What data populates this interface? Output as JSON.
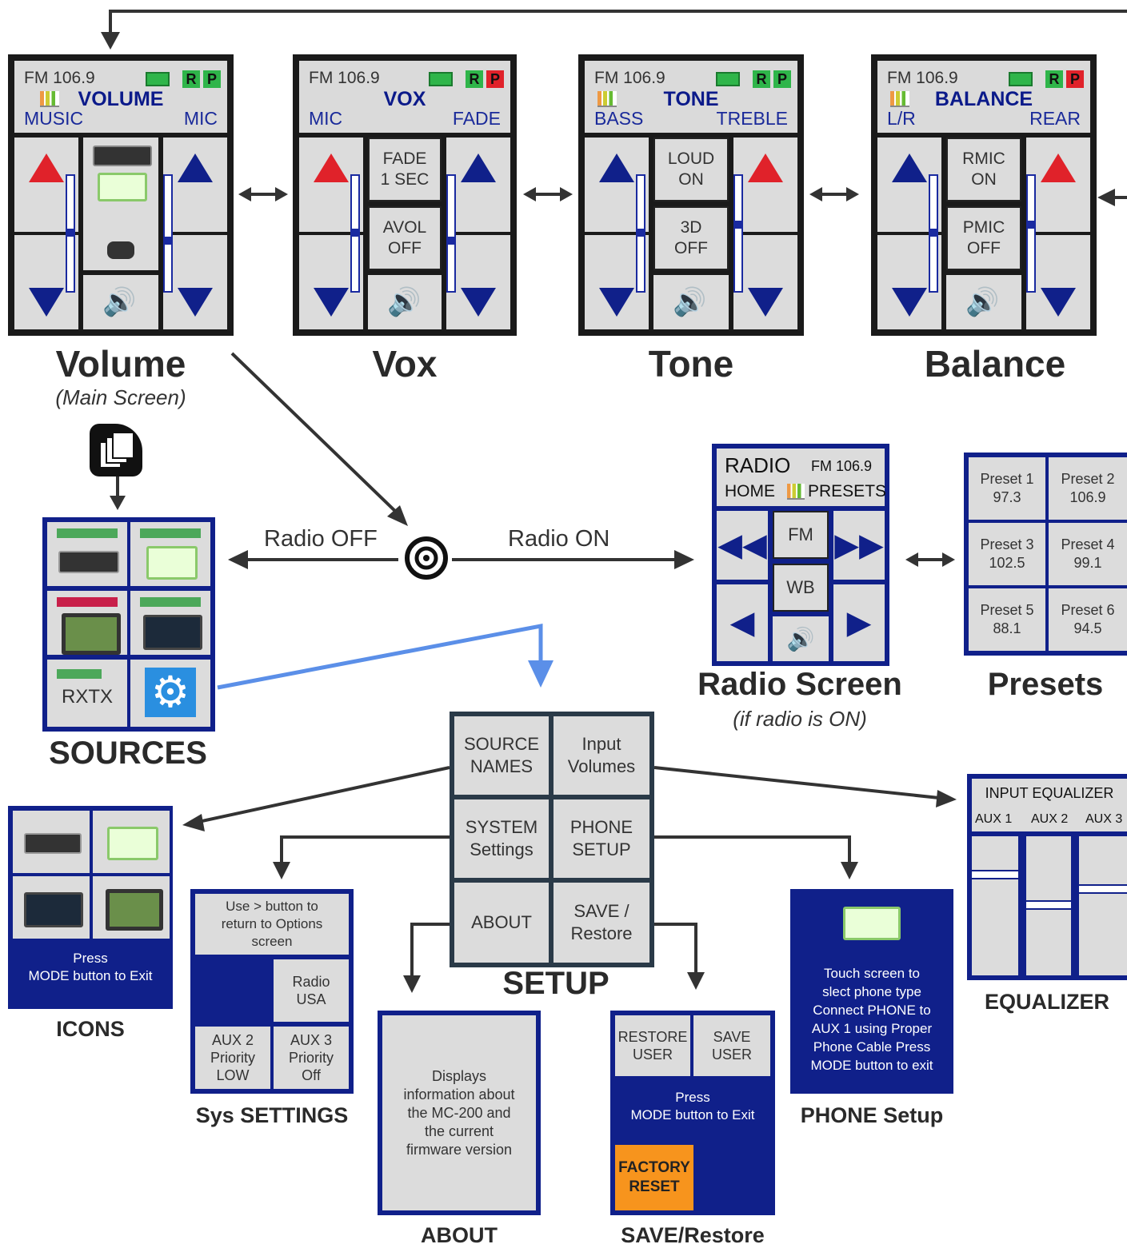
{
  "volume_screen": {
    "fm": "FM 106.9",
    "title": "VOLUME",
    "left": "MUSIC",
    "right": "MIC",
    "r": "R",
    "p": "P"
  },
  "vox_screen": {
    "fm": "FM 106.9",
    "title": "VOX",
    "left": "MIC",
    "right": "FADE",
    "r": "R",
    "p": "P",
    "btn1": "FADE\n1 SEC",
    "btn2": "AVOL\nOFF"
  },
  "tone_screen": {
    "fm": "FM 106.9",
    "title": "TONE",
    "left": "BASS",
    "right": "TREBLE",
    "r": "R",
    "p": "P",
    "btn1": "LOUD\nON",
    "btn2": "3D\nOFF"
  },
  "balance_screen": {
    "fm": "FM 106.9",
    "title": "BALANCE",
    "left": "L/R",
    "right": "REAR",
    "r": "R",
    "p": "P",
    "btn1": "RMIC\nON",
    "btn2": "PMIC\nOFF"
  },
  "captions": {
    "volume": "Volume",
    "volume_sub": "(Main Screen)",
    "vox": "Vox",
    "tone": "Tone",
    "balance": "Balance",
    "radio_screen": "Radio Screen",
    "radio_sub": "(if radio is ON)",
    "presets": "Presets",
    "sources": "SOURCES",
    "setup": "SETUP",
    "icons": "ICONS",
    "sys_settings": "Sys SETTINGS",
    "about": "ABOUT",
    "save_restore": "SAVE/Restore",
    "phone_setup": "PHONE Setup",
    "equalizer": "EQUALIZER"
  },
  "flow": {
    "radio_off": "Radio OFF",
    "radio_on": "Radio ON"
  },
  "radio": {
    "title": "RADIO",
    "fm": "FM 106.9",
    "home": "HOME",
    "presets": "PRESETS",
    "fm_btn": "FM",
    "wb_btn": "WB"
  },
  "presets": [
    {
      "label": "Preset 1\n97.3"
    },
    {
      "label": "Preset 2\n106.9"
    },
    {
      "label": "Preset 3\n102.5"
    },
    {
      "label": "Preset 4\n99.1"
    },
    {
      "label": "Preset 5\n88.1"
    },
    {
      "label": "Preset 6\n94.5"
    }
  ],
  "sources": {
    "rxtx": "RXTX"
  },
  "setup": {
    "source_names": "SOURCE\nNAMES",
    "input_volumes": "Input\nVolumes",
    "system_settings": "SYSTEM\nSettings",
    "phone_setup": "PHONE\nSETUP",
    "about": "ABOUT",
    "save_restore": "SAVE /\nRestore"
  },
  "icons_screen": {
    "footer": "Press\nMODE button to Exit"
  },
  "sys_settings": {
    "info": "Use > button to\nreturn to Options\nscreen",
    "radio": "Radio\nUSA",
    "aux2": "AUX 2\nPriority\nLOW",
    "aux3": "AUX 3\nPriority\nOff"
  },
  "about_screen": {
    "text": "Displays\ninformation about\nthe MC-200 and\nthe current\nfirmware version"
  },
  "save_screen": {
    "restore": "RESTORE\nUSER",
    "save": "SAVE\nUSER",
    "press": "Press\nMODE button to Exit",
    "factory": "FACTORY\nRESET"
  },
  "phone_screen": {
    "text": "Touch screen to\nslect phone type\nConnect PHONE to\nAUX 1 using Proper\nPhone Cable Press\nMODE button to exit"
  },
  "equalizer_screen": {
    "title": "INPUT EQUALIZER",
    "aux1": "AUX 1",
    "aux2": "AUX 2",
    "aux3": "AUX 3"
  },
  "colors": {
    "navy": "#10208a",
    "red": "#e0222a",
    "green": "#2fb54a",
    "orange": "#f7941d",
    "blue_line": "#5b8fe8"
  }
}
